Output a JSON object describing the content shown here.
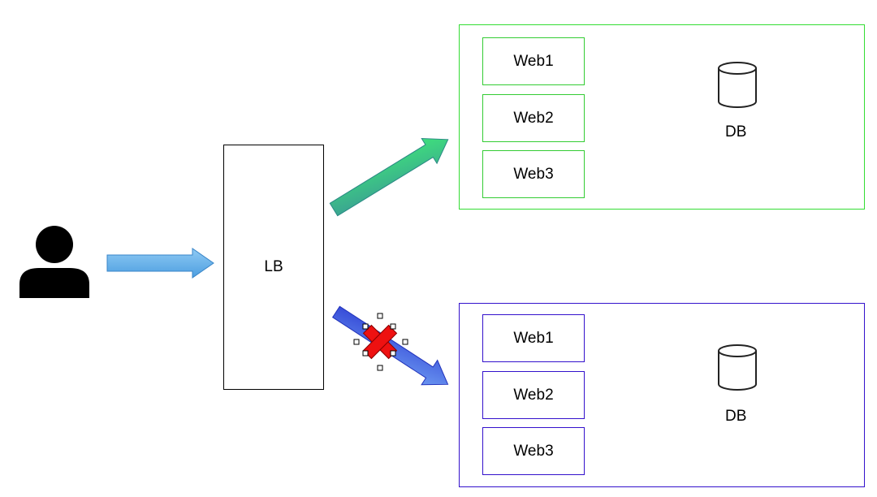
{
  "load_balancer": {
    "label": "LB"
  },
  "environments": [
    {
      "name": "green",
      "border_color": "#33dd33",
      "servers": [
        "Web1",
        "Web2",
        "Web3"
      ],
      "database_label": "DB"
    },
    {
      "name": "purple",
      "border_color": "#3311cc",
      "servers": [
        "Web1",
        "Web2",
        "Web3"
      ],
      "database_label": "DB"
    }
  ],
  "colors": {
    "user_arrow": "#6ab4ea",
    "green_arrow_start": "#3aa892",
    "green_arrow_end": "#3ee37a",
    "purple_arrow_start": "#3344d8",
    "purple_arrow_end": "#6a96f0",
    "blocked_marker": "#ee1111"
  },
  "icons": {
    "user": "person-icon",
    "database": "database-cylinder-icon",
    "blocked": "red-x-icon"
  }
}
